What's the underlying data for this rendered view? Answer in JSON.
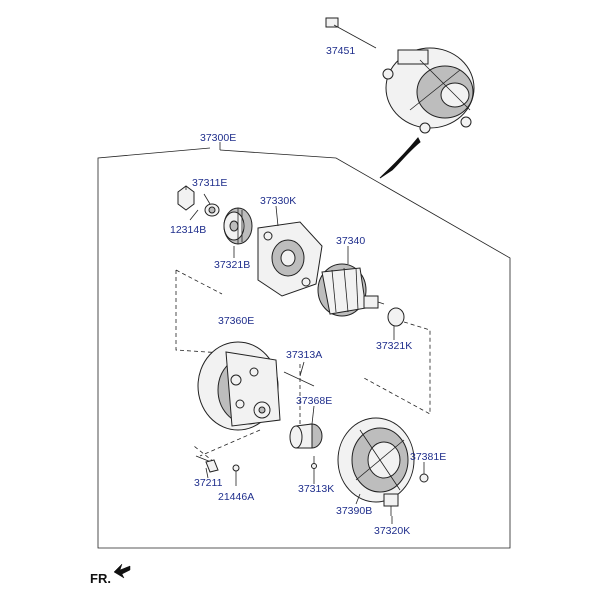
{
  "labels": {
    "p37451": "37451",
    "p37300E": "37300E",
    "p37311E": "37311E",
    "p12314B": "12314B",
    "p37330K": "37330K",
    "p37321B": "37321B",
    "p37340": "37340",
    "p37321K": "37321K",
    "p37360E": "37360E",
    "p37313A": "37313A",
    "p37368E": "37368E",
    "p37381E": "37381E",
    "p37211": "37211",
    "p21446A": "21446A",
    "p37313K": "37313K",
    "p37390B": "37390B",
    "p37320K": "37320K"
  },
  "direction_label": "FR.",
  "colors": {
    "label_text": "#1f2e8c",
    "line": "#222222"
  },
  "icons": {
    "direction": "front-arrow-icon"
  }
}
